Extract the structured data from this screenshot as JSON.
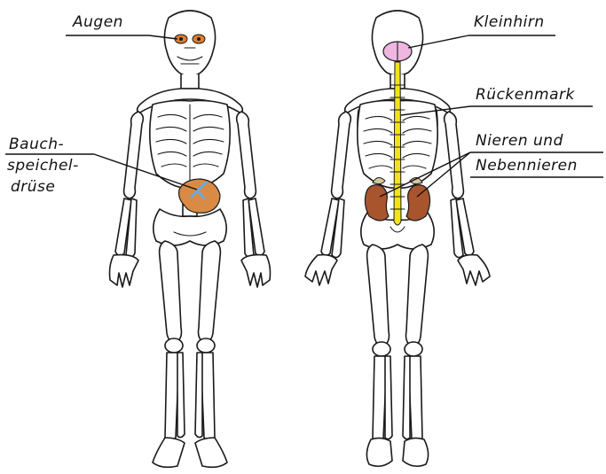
{
  "labels": {
    "eyes": "Augen",
    "pancreas": [
      "Bauch-",
      "speichel-",
      "drüse"
    ],
    "cerebellum": "Kleinhirn",
    "spinal_cord": "Rückenmark",
    "kidneys": [
      "Nieren und",
      "Nebennieren"
    ]
  },
  "colors": {
    "eyes": "#e07f2e",
    "pancreas": "#d98a45",
    "pancreas_duct": "#6fa8dc",
    "cerebellum": "#efb6e0",
    "spinal_cord": "#f2e21a",
    "kidneys": "#a8552e",
    "adrenal": "#d9c79a",
    "outline": "#1a1a1a"
  }
}
